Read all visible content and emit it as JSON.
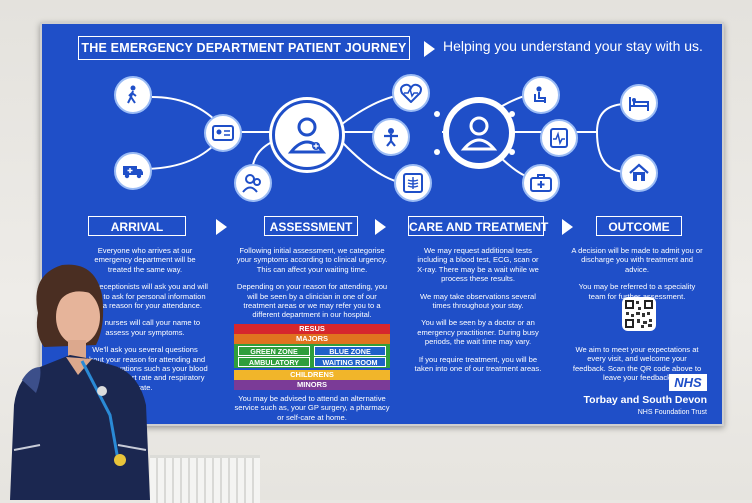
{
  "board": {
    "title": "THE EMERGENCY DEPARTMENT PATIENT JOURNEY",
    "subtitle": "Helping you understand your stay with us.",
    "stages": [
      "ARRIVAL",
      "ASSESSMENT",
      "CARE AND TREATMENT",
      "OUTCOME"
    ],
    "arrival": [
      "Everyone who arrives at our emergency department will be treated the same way.",
      "Our receptionists will ask you and will need to ask for personal information and a reason for your attendance.",
      "Our nurses will call your name to assess your symptoms.",
      "We'll ask you several questions about your reason for attending and take observations such as your blood pressure, heart rate and respiratory rate."
    ],
    "assessment": [
      "Following initial assessment, we categorise your symptoms according to clinical urgency. This can affect your waiting time.",
      "Depending on your reason for attending, you will be seen by a clinician in one of our treatment areas or we may refer you to a different department in our hospital.",
      "You may be advised to attend an alternative service such as, your GP surgery, a pharmacy or self-care at home."
    ],
    "care": [
      "We may request additional tests including a blood test, ECG, scan or X-ray. There may be a wait while we process these results.",
      "We may take observations several times throughout your stay.",
      "You will be seen by a doctor or an emergency practitioner. During busy periods, the wait time may vary.",
      "If you require treatment, you will be taken into one of our treatment areas."
    ],
    "outcome": [
      "A decision will be made to admit you or discharge you with treatment and advice.",
      "You may be referred to a speciality team for further assessment.",
      "We aim to meet your expectations at every visit, and welcome your feedback. Scan the QR code above to leave your feedback"
    ],
    "zones": {
      "resus": "RESUS",
      "majors": "MAJORS",
      "green": "GREEN ZONE",
      "blue": "BLUE ZONE",
      "ambulatory": "AMBULATORY",
      "waiting": "WAITING ROOM",
      "childrens": "CHILDRENS",
      "minors": "MINORS"
    },
    "nhs": "NHS",
    "trust": "Torbay and South Devon",
    "trust_sub": "NHS Foundation Trust"
  },
  "colors": {
    "board_blue": "#1f4fc8",
    "resus": "#d6262d",
    "majors": "#e0731f",
    "green_zone": "#2f9e3c",
    "blue_zone": "#1f62c9",
    "ambulatory": "#2f9e3c",
    "waiting": "#1f62c9",
    "childrens": "#f1b52a",
    "minors": "#7b3b97"
  },
  "icons": [
    "walking-person-icon",
    "ambulance-icon",
    "id-card-icon",
    "family-icon",
    "clinician-icon",
    "heart-monitor-icon",
    "child-icon",
    "xray-icon",
    "doctor-icon",
    "patient-chair-icon",
    "ecg-chart-icon",
    "first-aid-kit-icon",
    "hospital-bed-icon",
    "home-icon"
  ]
}
